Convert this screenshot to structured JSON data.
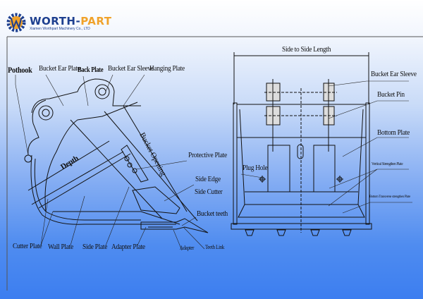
{
  "logo": {
    "brand_left": "WORTH-",
    "brand_right": "PART",
    "subtitle": "Xiamen Worthpart Machinery Co., LTD"
  },
  "side_view": {
    "labels": {
      "pothook": "Pothook",
      "bucket_ear_plate": "Bucket Ear Plate",
      "back_plate": "Back Plate",
      "bucket_ear_sleeve": "Bucket Ear Sleeve",
      "hanging_plate": "Hanging Plate",
      "bucket_opening": "Bucket Opening",
      "depth": "Depth",
      "protective_plate": "Protective Plate",
      "side_edge": "Side Edge",
      "side_cutter": "Side Cutter",
      "bucket_teeth": "Bucket teeth",
      "cutter_plate": "Cutter  Plate",
      "wall_plate": "Wall  Plate",
      "side_plate": "Side Plate",
      "adapter_plate": "Adapter Plate",
      "adapter": "Adapter",
      "teeth_link": "Teeth Link"
    }
  },
  "front_view": {
    "labels": {
      "side_to_side_length": "Side to Side Length",
      "bucket_ear_sleeve": "Bucket Ear Sleeve",
      "bucket_pin": "Bucket Pin",
      "bottom_plate": "Bottom Plate",
      "plug_hole": "Plug Hole",
      "vertical_strengthen_plate": "Vertical Strengthen  Plate",
      "bottom_transverse_plate": "Bottom Transverse strengthen Plate"
    }
  }
}
